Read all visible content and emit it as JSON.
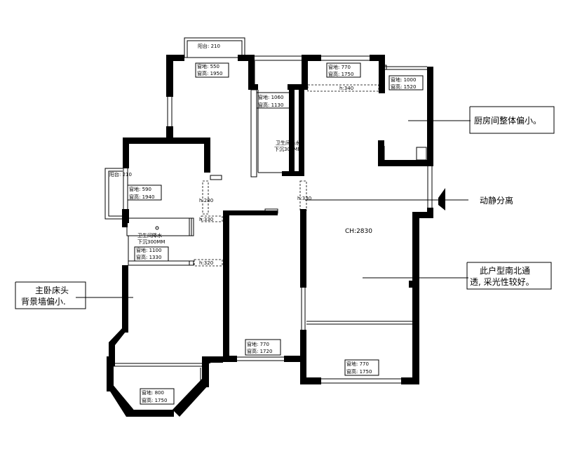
{
  "balconies": {
    "top": "阳台: 210",
    "left": "阳台: 210"
  },
  "windows": {
    "master_top": {
      "sill": "窗地: 550",
      "height": "窗高: 1950"
    },
    "bath_top": {
      "sill": "窗地: 1060",
      "height": "窗高: 1130"
    },
    "dining_top": {
      "sill": "窗地: 770",
      "height": "窗高: 1750"
    },
    "kitchen": {
      "sill": "窗地: 1000",
      "height": "窗高: 1520"
    },
    "bed2": {
      "sill": "窗地: 590",
      "height": "窗高: 1940"
    },
    "bath2": {
      "sill": "窗地: 1100",
      "height": "窗高: 1330"
    },
    "study": {
      "sill": "窗地: 770",
      "height": "窗高: 1720"
    },
    "living": {
      "sill": "窗地: 770",
      "height": "窗高: 1750"
    },
    "bay": {
      "sill": "窗地: 800",
      "height": "窗高: 1750"
    }
  },
  "beams": {
    "kitchen": "h:340",
    "bed2_a": "h:280",
    "bed2_b": "h:330",
    "corridor": "h:330",
    "bath2": "h:320"
  },
  "notes": {
    "bath_drop_1": "卫生间降水",
    "bath_drop_2": "下沉300MM",
    "bath2_drop_1": "卫生间降水",
    "bath2_drop_2": "下沉300MM"
  },
  "ceiling_height": "CH:2830",
  "annotations": {
    "kitchen": "厨房间整体偏小。",
    "zoning": "动静分离",
    "orientation_1": "此户型南北通",
    "orientation_2": "透, 采光性较好。",
    "master_1": "主卧床头",
    "master_2": "背景墙偏小."
  }
}
